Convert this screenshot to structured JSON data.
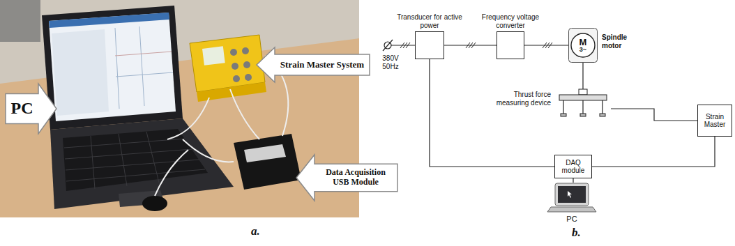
{
  "diagram": {
    "nodes": [
      {
        "text": [
          "PC"
        ]
      },
      {
        "text": [
          "Strain Master System"
        ]
      },
      {
        "text": [
          "Data Acquisition USB Module"
        ]
      },
      {
        "text": [
          "Transducer for active power"
        ]
      },
      {
        "text": [
          "Frequency voltage converter"
        ]
      },
      {
        "text": [
          "M",
          "3~",
          "Spindle motor"
        ]
      },
      {
        "text": [
          "Thrust force measuring device"
        ]
      },
      {
        "text": [
          "Strain Master"
        ]
      },
      {
        "text": [
          "DAQ module"
        ]
      },
      {
        "text": [
          "PC"
        ]
      }
    ],
    "edges": [
      {
        "from": 3,
        "to": 4,
        "arrow": "none"
      },
      {
        "from": 4,
        "to": 5,
        "arrow": "none"
      },
      {
        "from": 5,
        "to": 6,
        "arrow": "none"
      },
      {
        "from": 6,
        "to": 7,
        "arrow": "none"
      },
      {
        "from": 3,
        "to": 8,
        "arrow": "none"
      },
      {
        "from": 7,
        "to": 8,
        "arrow": "none"
      },
      {
        "from": 8,
        "to": 9,
        "arrow": "none"
      }
    ],
    "labels": [
      "380V 50Hz",
      "a.",
      "b."
    ]
  }
}
